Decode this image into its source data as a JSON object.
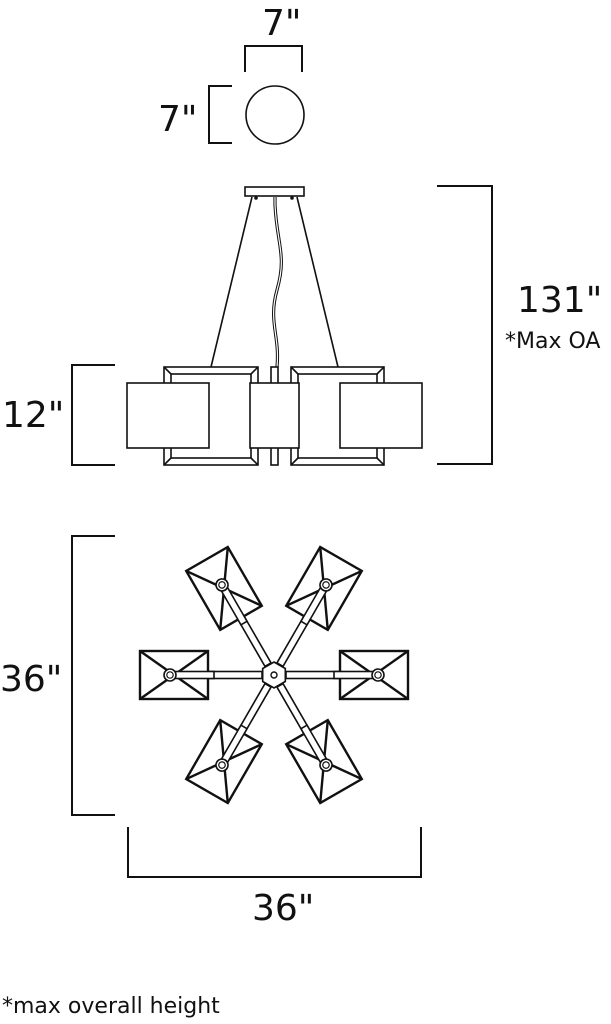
{
  "diagram": {
    "type": "pendant chandelier dimension drawing",
    "canopy_view": {
      "width_label": "7\"",
      "height_label": "7\""
    },
    "side_view": {
      "overall_height_label": "131\"",
      "overall_height_note": "*Max OA",
      "shade_height_label": "12\""
    },
    "plan_view": {
      "depth_label": "36\"",
      "width_label": "36\"",
      "arms": 6
    },
    "footnote": "*max overall height"
  },
  "colors": {
    "line": "#111111",
    "background": "#ffffff"
  }
}
